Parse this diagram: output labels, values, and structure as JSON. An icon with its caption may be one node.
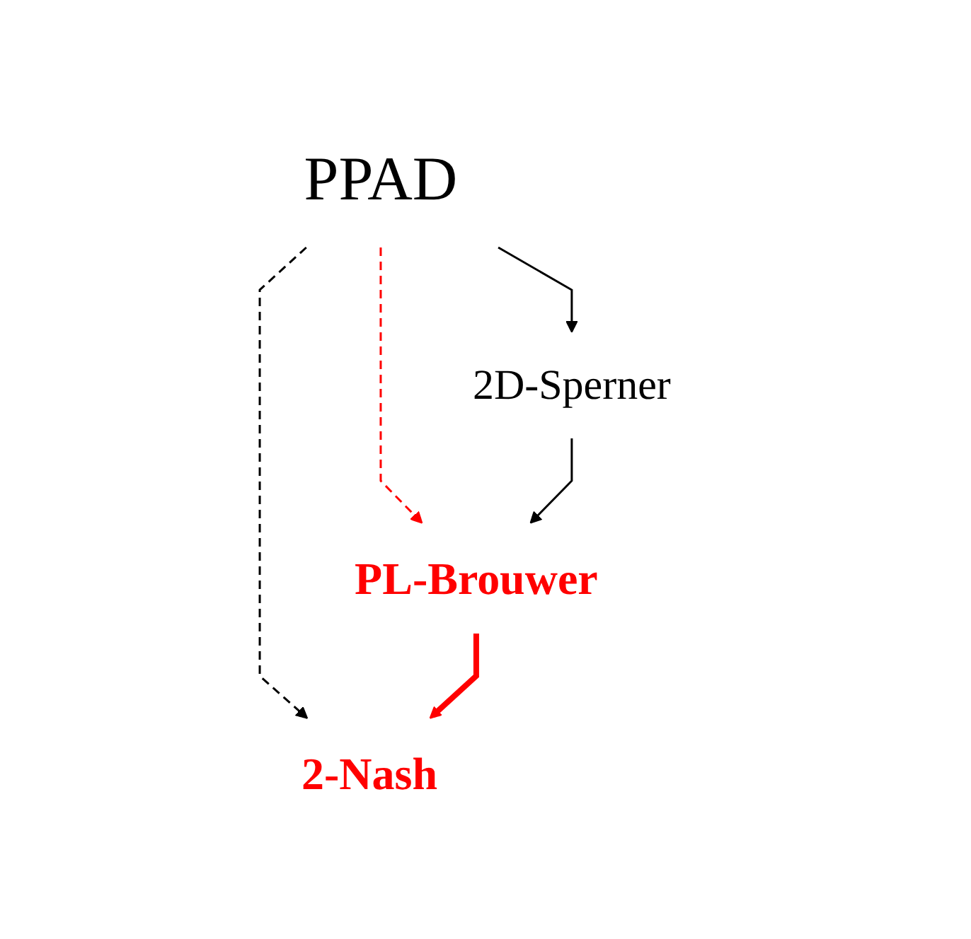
{
  "diagram": {
    "nodes": [
      {
        "text": [
          "PPAD"
        ]
      },
      {
        "text": [
          "2D-Sperner"
        ]
      },
      {
        "text": [
          "PL-Brouwer"
        ]
      },
      {
        "text": [
          "2-Nash"
        ]
      }
    ],
    "edges": [
      {
        "from": 0,
        "to": 1,
        "arrow": "to"
      },
      {
        "from": 0,
        "to": 2,
        "arrow": "to",
        "style": "dashed",
        "color": "#ff0000"
      },
      {
        "from": 0,
        "to": 3,
        "arrow": "to",
        "style": "dashed"
      },
      {
        "from": 1,
        "to": 2,
        "arrow": "to"
      },
      {
        "from": 2,
        "to": 3,
        "arrow": "to",
        "style": "thick",
        "color": "#ff0000"
      }
    ]
  }
}
